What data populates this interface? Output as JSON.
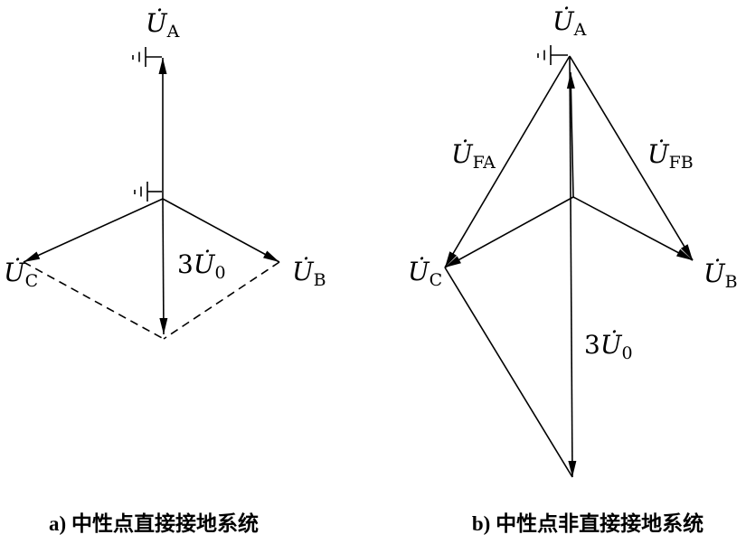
{
  "figure": {
    "background_color": "#ffffff",
    "line_color": "#000000"
  },
  "diagram_a": {
    "caption": "a) 中性点直接接地系统",
    "labels": {
      "ua": {
        "main": "U̇",
        "sub": "A"
      },
      "ub": {
        "main": "U̇",
        "sub": "B"
      },
      "uc": {
        "main": "U̇",
        "sub": "C"
      },
      "u0": {
        "pre": "3",
        "main": "U̇",
        "sub": "0"
      }
    }
  },
  "diagram_b": {
    "caption": "b) 中性点非直接接地系统",
    "labels": {
      "ua": {
        "main": "U̇",
        "sub": "A"
      },
      "ub": {
        "main": "U̇",
        "sub": "B"
      },
      "uc": {
        "main": "U̇",
        "sub": "C"
      },
      "ufa": {
        "main": "U̇",
        "sub": "FA"
      },
      "ufb": {
        "main": "U̇",
        "sub": "FB"
      },
      "u0": {
        "pre": "3",
        "main": "U̇",
        "sub": "0"
      }
    }
  }
}
